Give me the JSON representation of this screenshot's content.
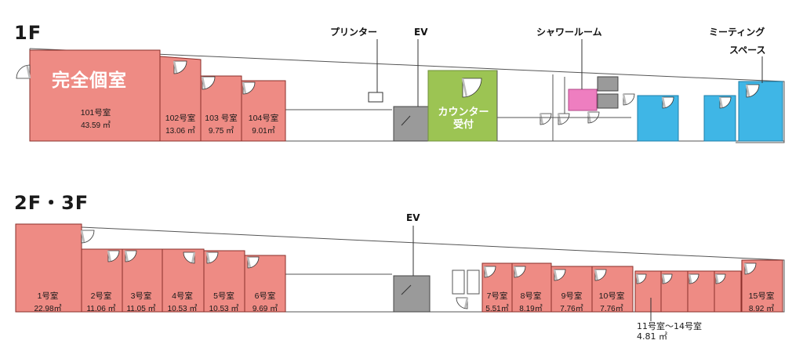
{
  "colors": {
    "room": "#ee8b84",
    "room_stroke": "#8a2f2a",
    "counter": "#9cc453",
    "meeting": "#3fb6e6",
    "shower": "#ee7ec0",
    "ev": "#9a9a9a",
    "wall": "#555555",
    "door": "#bbbbbb"
  },
  "floor1": {
    "title": "1F",
    "featured_badge": "完全個室",
    "callouts": {
      "printer": "プリンター",
      "ev": "EV",
      "shower": "シャワールーム",
      "meeting_line1": "ミーティング",
      "meeting_line2": "スペース"
    },
    "counter_line1": "カウンター",
    "counter_line2": "受付",
    "rooms": [
      {
        "name": "101号室",
        "area": "43.59 ㎡"
      },
      {
        "name": "102号室",
        "area": "13.06 ㎡"
      },
      {
        "name": "103 号室",
        "area": "9.75 ㎡"
      },
      {
        "name": "104号室",
        "area": "9.01㎡"
      }
    ]
  },
  "floor23": {
    "title": "2F・3F",
    "ev": "EV",
    "rooms": [
      {
        "name": "1号室",
        "area": "22.98㎡"
      },
      {
        "name": "2号室",
        "area": "11.06 ㎡"
      },
      {
        "name": "3号室",
        "area": "11.05 ㎡"
      },
      {
        "name": "4号室",
        "area": "10.53 ㎡"
      },
      {
        "name": "5号室",
        "area": "10.53 ㎡"
      },
      {
        "name": "6号室",
        "area": "9.69 ㎡"
      },
      {
        "name": "7号室",
        "area": "5.51㎡"
      },
      {
        "name": "8号室",
        "area": "8.19㎡"
      },
      {
        "name": "9号室",
        "area": "7.76㎡"
      },
      {
        "name": "10号室",
        "area": "7.76㎡"
      },
      {
        "name": "15号室",
        "area": "8.92 ㎡"
      }
    ],
    "small_rooms_label": "11号室～14号室",
    "small_rooms_area": "4.81 ㎡"
  }
}
